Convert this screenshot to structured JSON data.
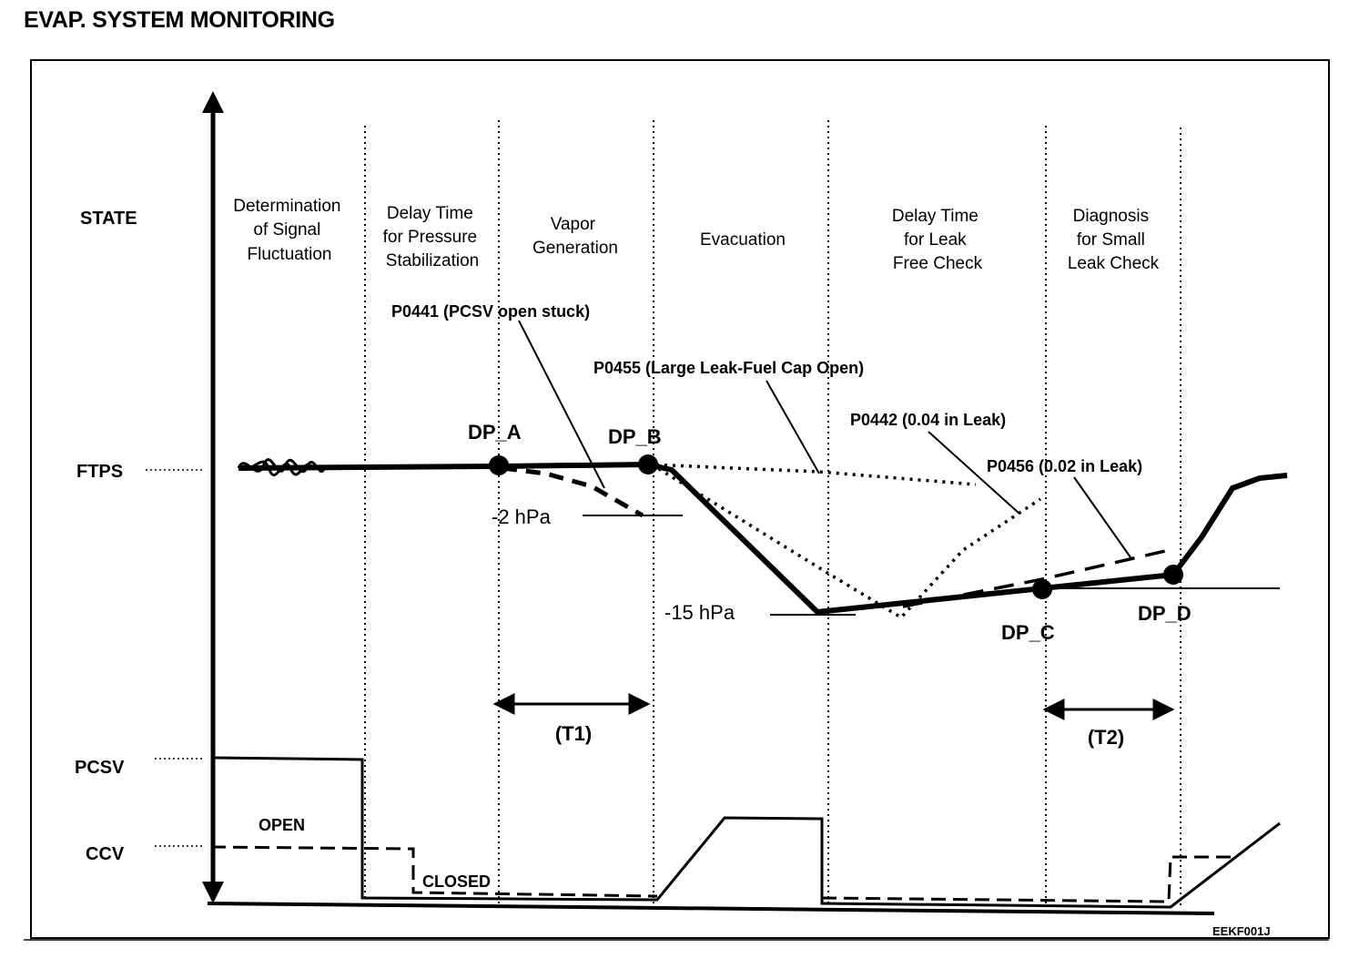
{
  "title": "EVAP. SYSTEM MONITORING",
  "y_labels": {
    "state": "STATE",
    "ftps": "FTPS",
    "pcsv": "PCSV",
    "ccv": "CCV"
  },
  "phases": [
    {
      "lines": [
        "Determination",
        "of Signal",
        "Fluctuation"
      ]
    },
    {
      "lines": [
        "Delay Time",
        "for Pressure",
        "Stabilization"
      ]
    },
    {
      "lines": [
        "Vapor",
        "Generation"
      ]
    },
    {
      "lines": [
        "Evacuation"
      ]
    },
    {
      "lines": [
        "Delay Time",
        "for Leak",
        "Free Check"
      ]
    },
    {
      "lines": [
        "Diagnosis",
        "for Small",
        "Leak Check"
      ]
    }
  ],
  "fault_codes": {
    "p0441": "P0441 (PCSV open stuck)",
    "p0455": "P0455 (Large Leak-Fuel Cap Open)",
    "p0442": "P0442 (0.04 in Leak)",
    "p0456": "P0456 (0.02 in Leak)"
  },
  "points": {
    "dp_a": "DP_A",
    "dp_b": "DP_B",
    "dp_c": "DP_C",
    "dp_d": "DP_D"
  },
  "pressures": {
    "minus2": "-2 hPa",
    "minus15": "-15 hPa"
  },
  "timers": {
    "t1": "(T1)",
    "t2": "(T2)"
  },
  "valve_states": {
    "open": "OPEN",
    "closed": "CLOSED"
  },
  "figure_code": "EEKF001J"
}
